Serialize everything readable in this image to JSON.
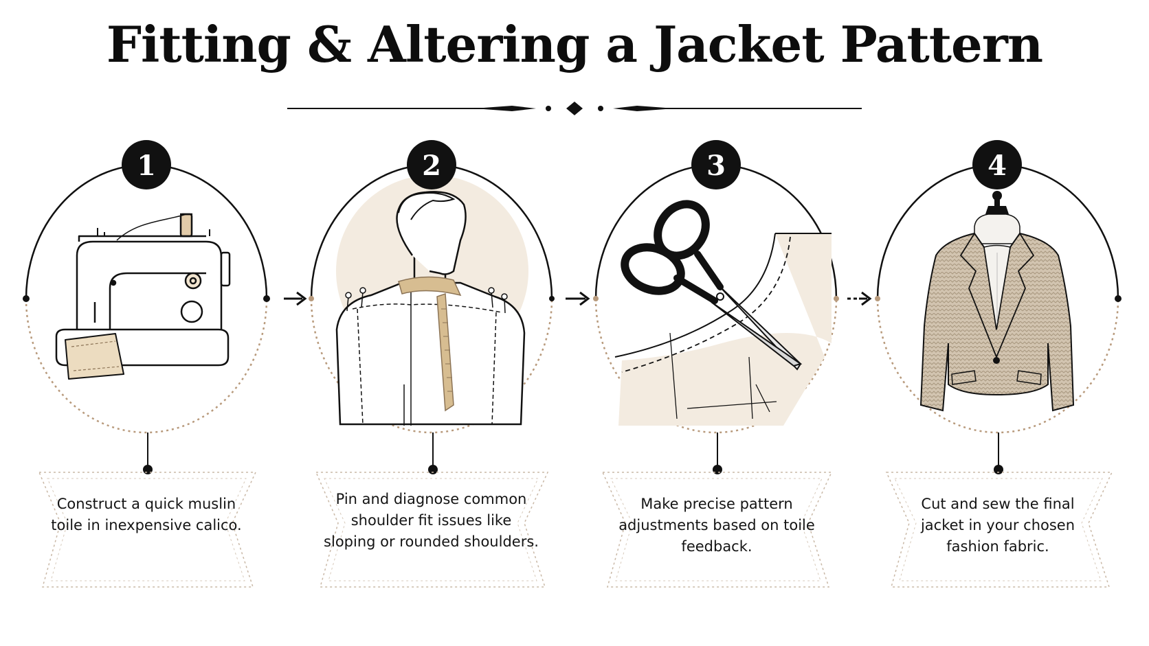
{
  "title": "Fitting & Altering a Jacket Pattern",
  "steps": [
    {
      "number": "1",
      "illustration": "sewing-machine",
      "caption": "Construct a quick muslin toile in inexpensive calico."
    },
    {
      "number": "2",
      "illustration": "man-shoulder-fitting",
      "caption": "Pin and diagnose common shoulder fit issues like sloping or rounded shoulders."
    },
    {
      "number": "3",
      "illustration": "scissors-pattern-adjustment",
      "caption": "Make precise pattern adjustments based on toile feedback."
    },
    {
      "number": "4",
      "illustration": "jacket-on-dress-form",
      "caption": "Cut and sew the final jacket in your chosen fashion fabric."
    }
  ],
  "colors": {
    "ink": "#111111",
    "accent_tan": "#b89a7c",
    "calico": "#ecdcc0",
    "panel_dash": "#c9b8a6",
    "tweed": "#cbbca7"
  }
}
